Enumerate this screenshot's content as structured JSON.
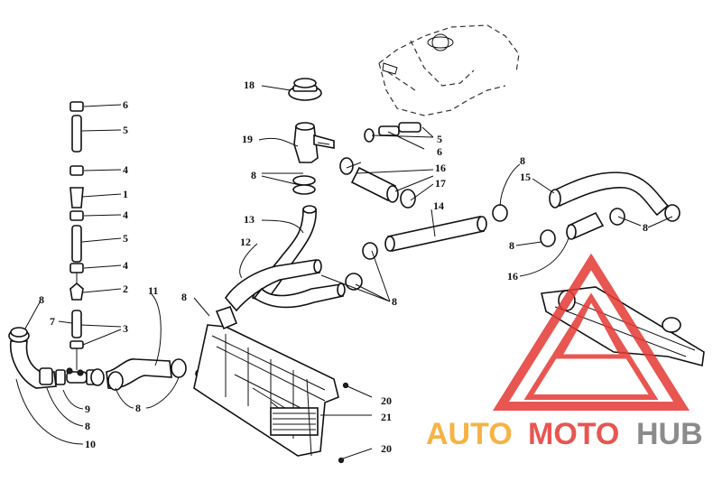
{
  "callouts": {
    "c6a": "6",
    "c5a": "5",
    "c4a": "4",
    "c1": "1",
    "c4b": "4",
    "c5b": "5",
    "c4c": "4",
    "c2": "2",
    "c3": "3",
    "c7": "7",
    "c8a": "8",
    "c9": "9",
    "c8b": "8",
    "c10": "10",
    "c11": "11",
    "c8c": "8",
    "c12": "12",
    "c13": "13",
    "c8d": "8",
    "c18": "18",
    "c19": "19",
    "c8e": "8",
    "c5c": "5",
    "c6b": "6",
    "c16a": "16",
    "c17": "17",
    "c14": "14",
    "c8f": "8",
    "c8g": "8",
    "c15": "15",
    "c8h": "8",
    "c8i": "8",
    "c16b": "16",
    "c20a": "20",
    "c21": "21",
    "c20b": "20"
  },
  "watermark": {
    "auto": "AUTO",
    "moto": "MOTO",
    "hub": "HUB",
    "color_orange": "#f5a623",
    "color_red": "#e53935",
    "color_gray": "#777777"
  }
}
